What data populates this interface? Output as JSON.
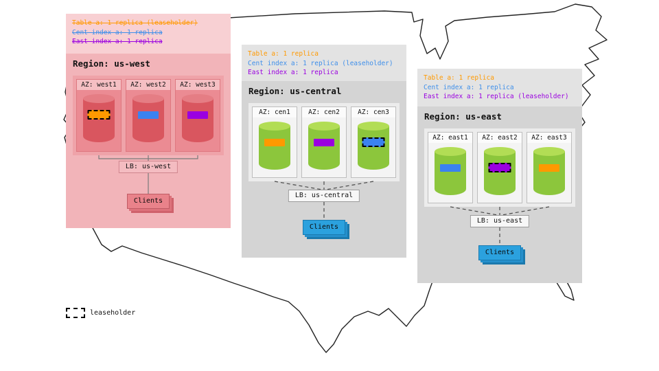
{
  "legend": {
    "label": "leaseholder"
  },
  "colors": {
    "table_replica": "#ff9900",
    "cent_index_replica": "#3f8fea",
    "east_index_replica": "#9a00e0",
    "west_region_fill": "#f2b4b9",
    "gray_region_fill": "#d4d4d4",
    "west_cylinder": "#d9565f",
    "green_cylinder": "#8cc63c",
    "clients_blue": "#2ba1de",
    "clients_pink": "#e9828a"
  },
  "regions": [
    {
      "name": "us-west",
      "title": "Region: us-west",
      "annotations": [
        {
          "text": "Table a: 1 replica (leaseholder)",
          "color": "#ff9900",
          "struck": true
        },
        {
          "text": "Cent index a: 1 replica",
          "color": "#3f8fea",
          "struck": true
        },
        {
          "text": "East index a: 1 replica",
          "color": "#9a00e0",
          "struck": true
        }
      ],
      "azs": [
        {
          "label": "AZ: west1",
          "replica": "table a",
          "bar_color": "#ff9900",
          "leaseholder": true
        },
        {
          "label": "AZ: west2",
          "replica": "cent index a",
          "bar_color": "#3b82f0",
          "leaseholder": false
        },
        {
          "label": "AZ: west3",
          "replica": "east index a",
          "bar_color": "#9a00e0",
          "leaseholder": false
        }
      ],
      "lb_label": "LB: us-west",
      "clients_label": "Clients"
    },
    {
      "name": "us-central",
      "title": "Region: us-central",
      "annotations": [
        {
          "text": "Table a: 1 replica",
          "color": "#ff9900",
          "struck": false
        },
        {
          "text": "Cent index a: 1 replica (leaseholder)",
          "color": "#3f8fea",
          "struck": false
        },
        {
          "text": "East index a: 1 replica",
          "color": "#9a00e0",
          "struck": false
        }
      ],
      "azs": [
        {
          "label": "AZ: cen1",
          "replica": "table a",
          "bar_color": "#ff9900",
          "leaseholder": false
        },
        {
          "label": "AZ: cen2",
          "replica": "east index a",
          "bar_color": "#9a00e0",
          "leaseholder": false
        },
        {
          "label": "AZ: cen3",
          "replica": "cent index a",
          "bar_color": "#3b82f0",
          "leaseholder": true
        }
      ],
      "lb_label": "LB: us-central",
      "clients_label": "Clients"
    },
    {
      "name": "us-east",
      "title": "Region: us-east",
      "annotations": [
        {
          "text": "Table a: 1 replica",
          "color": "#ff9900",
          "struck": false
        },
        {
          "text": "Cent index a: 1 replica",
          "color": "#3f8fea",
          "struck": false
        },
        {
          "text": "East index a: 1 replica (leaseholder)",
          "color": "#9a00e0",
          "struck": false
        }
      ],
      "azs": [
        {
          "label": "AZ: east1",
          "replica": "cent index a",
          "bar_color": "#3b82f0",
          "leaseholder": false
        },
        {
          "label": "AZ: east2",
          "replica": "east index a",
          "bar_color": "#9a00e0",
          "leaseholder": true
        },
        {
          "label": "AZ: east3",
          "replica": "table a",
          "bar_color": "#ff9900",
          "leaseholder": false
        }
      ],
      "lb_label": "LB: us-east",
      "clients_label": "Clients"
    }
  ]
}
